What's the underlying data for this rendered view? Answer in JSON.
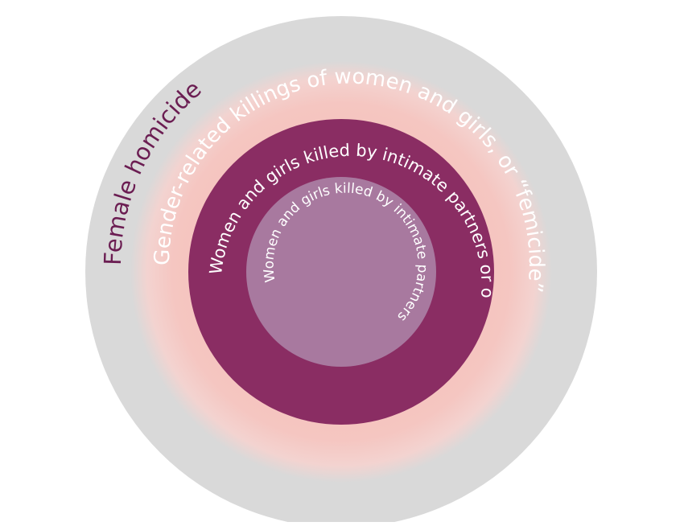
{
  "diagram": {
    "rings": [
      {
        "id": "female-homicide",
        "label": "Female homicide",
        "fill": "#d9d9d9",
        "text_color": "#6b1d52"
      },
      {
        "id": "femicide",
        "label": "Gender-related killings of women and girls, or “femicide”",
        "fill": "#f5c4bf",
        "text_color": "#ffffff"
      },
      {
        "id": "family-killings",
        "label_top": "Women and girls killed by intimate partners or other family members",
        "fill": "#8a2d63",
        "text_color": "#ffffff"
      },
      {
        "id": "intimate-partner-killings",
        "label": "Women and girls killed by intimate partners",
        "fill": "#a8799f",
        "text_color": "#ffffff"
      }
    ]
  }
}
